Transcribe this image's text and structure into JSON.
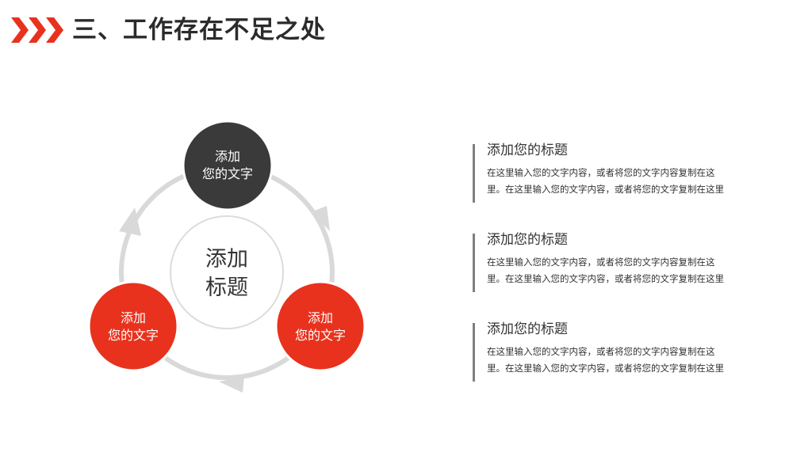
{
  "header": {
    "title": "三、工作存在不足之处",
    "icon": "chevron-arrows-icon",
    "accent_color": "#e8321e"
  },
  "diagram": {
    "center": {
      "line1": "添加",
      "line2": "标题"
    },
    "nodes": [
      {
        "line1": "添加",
        "line2": "您的文字",
        "color": "#3a3a3a"
      },
      {
        "line1": "添加",
        "line2": "您的文字",
        "color": "#e8321e"
      },
      {
        "line1": "添加",
        "line2": "您的文字",
        "color": "#e8321e"
      }
    ],
    "ring_color": "#d9d9d9"
  },
  "items": [
    {
      "title": "添加您的标题",
      "body": "在这里输入您的文字内容，或者将您的文字内容复制在这里。在这里输入您的文字内容，或者将您的文字复制在这里"
    },
    {
      "title": "添加您的标题",
      "body": "在这里输入您的文字内容，或者将您的文字内容复制在这里。在这里输入您的文字内容，或者将您的文字复制在这里"
    },
    {
      "title": "添加您的标题",
      "body": "在这里输入您的文字内容，或者将您的文字内容复制在这里。在这里输入您的文字内容，或者将您的文字复制在这里"
    }
  ]
}
